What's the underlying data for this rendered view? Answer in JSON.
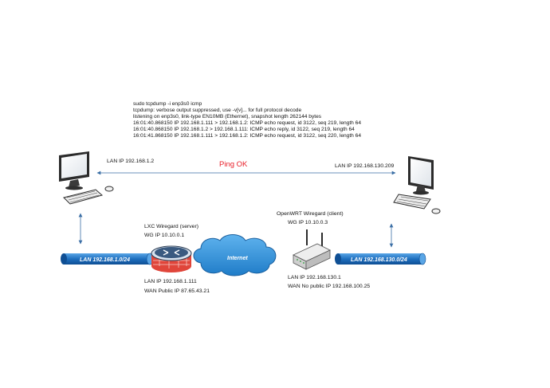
{
  "terminal": {
    "lines": [
      "sudo tcpdump -i enp3s0 icmp",
      "tcpdump: verbose output suppressed, use -v[v]... for full protocol decode",
      "listening on enp3s0, link-type EN10MB (Ethernet), snapshot length 262144 bytes",
      "16:01:40.868150 IP 192.168.1.111 > 192.168.1.2: ICMP echo request, id 3122, seq 219, length 64",
      "16:01:40.868150 IP 192.168.1.2 > 192.168.1.111: ICMP echo reply, id 3122, seq 219, length 64",
      "16:01:41.868150 IP 192.168.1.111 > 192.168.1.2: ICMP echo request, id 3122, seq 220, length 64"
    ]
  },
  "left_pc": {
    "lan_ip": "LAN IP 192.168.1.2"
  },
  "right_pc": {
    "lan_ip": "LAN IP 192.168.130.209"
  },
  "ping": {
    "label": "Ping OK",
    "color": "#e8202a"
  },
  "server": {
    "title": "LXC Wiregard (server)",
    "wg_ip": "WG IP 10.10.0.1",
    "lan_ip": "LAN IP 192.168.1.111",
    "wan_ip": "WAN Public IP 87.65.43.21"
  },
  "client": {
    "title": "OpenWRT Wiregard (client)",
    "wg_ip": "WG IP 10.10.0.3",
    "lan_ip": "LAN IP 192.168.130.1",
    "wan_ip": "WAN No public IP 192.168.100.25"
  },
  "internet": {
    "label": "Internet"
  },
  "lan_left": {
    "label": "LAN 192.168.1.0/24"
  },
  "lan_right": {
    "label": "LAN 192.168.130.0/24"
  },
  "colors": {
    "lan_bus": "#1e6fbf",
    "cloud": "#2f8fd6",
    "arrow": "#3a6ea5",
    "router_red": "#e0453a"
  },
  "icons": [
    "desktop-computer-icon",
    "router-icon",
    "cloud-icon",
    "wifi-router-icon"
  ]
}
